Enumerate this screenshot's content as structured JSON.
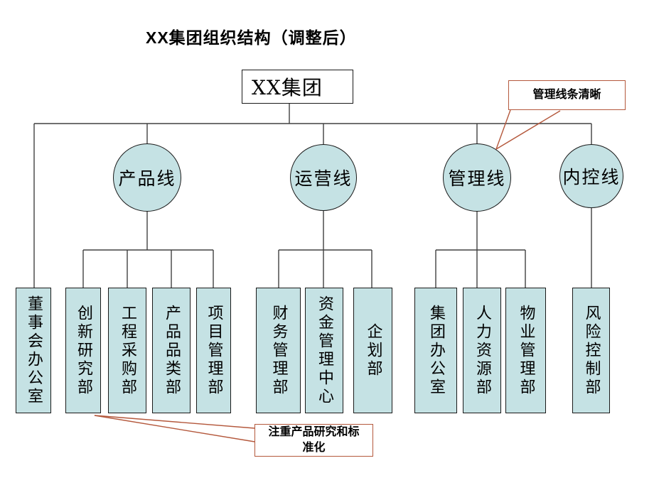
{
  "title": "XX集团组织结构（调整后）",
  "root": {
    "label": "XX集团"
  },
  "direct_report": {
    "label": "董事会办公室"
  },
  "branches": [
    {
      "label": "产品线",
      "children": [
        "创新研究部",
        "工程采购部",
        "产品品类部",
        "项目管理部"
      ]
    },
    {
      "label": "运营线",
      "children": [
        "财务管理部",
        "资金管理中心",
        "企划部"
      ]
    },
    {
      "label": "管理线",
      "children": [
        "集团办公室",
        "人力资源部",
        "物业管理部"
      ]
    },
    {
      "label": "内控线",
      "children": [
        "风险控制部"
      ]
    }
  ],
  "callouts": {
    "management": {
      "text": "管理线条清晰"
    },
    "product": {
      "text": "注重产品研究和标准化"
    }
  },
  "colors": {
    "node_fill": "#c5e2e4",
    "node_border": "#1a1a1a",
    "connector": "#404040",
    "callout_border": "#b4583c",
    "background": "#ffffff",
    "text": "#000000"
  }
}
